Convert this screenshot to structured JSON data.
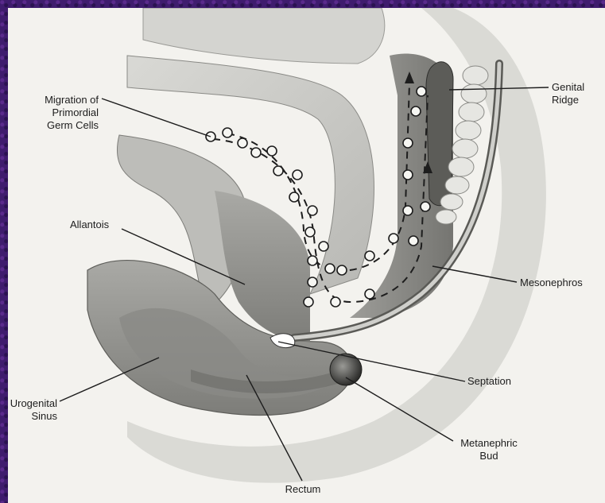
{
  "labels": {
    "migration": "Migration of\nPrimordial\nGerm Cells",
    "genital_ridge": "Genital\nRidge",
    "allantois": "Allantois",
    "mesonephros": "Mesonephros",
    "septation": "Septation",
    "urogenital_sinus": "Urogenital\nSinus",
    "metanephric_bud": "Metanephric\nBud",
    "rectum": "Rectum"
  },
  "colors": {
    "frame": "#3f1c6e",
    "paper": "#f3f2ee",
    "tissue_light": "#cfcfcb",
    "tissue_mid": "#9c9c98",
    "tissue_dark": "#6f6f6b",
    "line": "#222222"
  }
}
